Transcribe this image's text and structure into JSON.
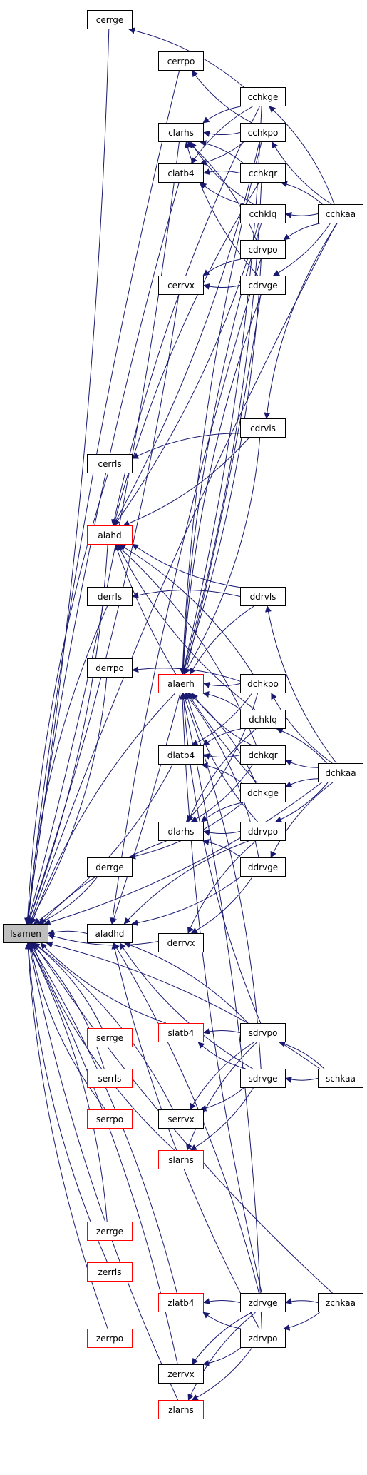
{
  "colors": {
    "edge": "#191970",
    "box": "#000000",
    "highlight": "#ff0000",
    "current": "#bfbfbf"
  },
  "nodes": [
    {
      "id": "cerrge",
      "label": "cerrge",
      "style": "normal"
    },
    {
      "id": "cerrpo",
      "label": "cerrpo",
      "style": "normal"
    },
    {
      "id": "cchkge",
      "label": "cchkge",
      "style": "normal"
    },
    {
      "id": "clarhs",
      "label": "clarhs",
      "style": "normal"
    },
    {
      "id": "cchkpo",
      "label": "cchkpo",
      "style": "normal"
    },
    {
      "id": "clatb4",
      "label": "clatb4",
      "style": "normal"
    },
    {
      "id": "cchkqr",
      "label": "cchkqr",
      "style": "normal"
    },
    {
      "id": "cchklq",
      "label": "cchklq",
      "style": "normal"
    },
    {
      "id": "cchkaa",
      "label": "cchkaa",
      "style": "normal"
    },
    {
      "id": "cdrvpo",
      "label": "cdrvpo",
      "style": "normal"
    },
    {
      "id": "cerrvx",
      "label": "cerrvx",
      "style": "normal"
    },
    {
      "id": "cdrvge",
      "label": "cdrvge",
      "style": "normal"
    },
    {
      "id": "cdrvls",
      "label": "cdrvls",
      "style": "normal"
    },
    {
      "id": "cerrls",
      "label": "cerrls",
      "style": "normal"
    },
    {
      "id": "alahd",
      "label": "alahd",
      "style": "red"
    },
    {
      "id": "derrls",
      "label": "derrls",
      "style": "normal"
    },
    {
      "id": "ddrvls",
      "label": "ddrvls",
      "style": "normal"
    },
    {
      "id": "derrpo",
      "label": "derrpo",
      "style": "normal"
    },
    {
      "id": "alaerh",
      "label": "alaerh",
      "style": "red"
    },
    {
      "id": "dchkpo",
      "label": "dchkpo",
      "style": "normal"
    },
    {
      "id": "dchklq",
      "label": "dchklq",
      "style": "normal"
    },
    {
      "id": "dlatb4",
      "label": "dlatb4",
      "style": "normal"
    },
    {
      "id": "dchkqr",
      "label": "dchkqr",
      "style": "normal"
    },
    {
      "id": "dchkaa",
      "label": "dchkaa",
      "style": "normal"
    },
    {
      "id": "dchkge",
      "label": "dchkge",
      "style": "normal"
    },
    {
      "id": "dlarhs",
      "label": "dlarhs",
      "style": "normal"
    },
    {
      "id": "ddrvpo",
      "label": "ddrvpo",
      "style": "normal"
    },
    {
      "id": "derrge",
      "label": "derrge",
      "style": "normal"
    },
    {
      "id": "ddrvge",
      "label": "ddrvge",
      "style": "normal"
    },
    {
      "id": "lsamen",
      "label": "lsamen",
      "style": "current"
    },
    {
      "id": "aladhd",
      "label": "aladhd",
      "style": "normal"
    },
    {
      "id": "derrvx",
      "label": "derrvx",
      "style": "normal"
    },
    {
      "id": "serrge",
      "label": "serrge",
      "style": "red"
    },
    {
      "id": "slatb4",
      "label": "slatb4",
      "style": "red"
    },
    {
      "id": "sdrvpo",
      "label": "sdrvpo",
      "style": "normal"
    },
    {
      "id": "serrls",
      "label": "serrls",
      "style": "red"
    },
    {
      "id": "sdrvge",
      "label": "sdrvge",
      "style": "normal"
    },
    {
      "id": "schkaa",
      "label": "schkaa",
      "style": "normal"
    },
    {
      "id": "serrpo",
      "label": "serrpo",
      "style": "red"
    },
    {
      "id": "serrvx",
      "label": "serrvx",
      "style": "normal"
    },
    {
      "id": "slarhs",
      "label": "slarhs",
      "style": "red"
    },
    {
      "id": "zerrge",
      "label": "zerrge",
      "style": "red"
    },
    {
      "id": "zerrls",
      "label": "zerrls",
      "style": "red"
    },
    {
      "id": "zlatb4",
      "label": "zlatb4",
      "style": "red"
    },
    {
      "id": "zdrvge",
      "label": "zdrvge",
      "style": "normal"
    },
    {
      "id": "zchkaa",
      "label": "zchkaa",
      "style": "normal"
    },
    {
      "id": "zerrpo",
      "label": "zerrpo",
      "style": "red"
    },
    {
      "id": "zdrvpo",
      "label": "zdrvpo",
      "style": "normal"
    },
    {
      "id": "zerrvx",
      "label": "zerrvx",
      "style": "normal"
    },
    {
      "id": "zlarhs",
      "label": "zlarhs",
      "style": "red"
    }
  ],
  "edges": [
    [
      "cerrge",
      "lsamen"
    ],
    [
      "cerrpo",
      "lsamen"
    ],
    [
      "clarhs",
      "lsamen"
    ],
    [
      "clatb4",
      "lsamen"
    ],
    [
      "cerrvx",
      "lsamen"
    ],
    [
      "cerrls",
      "lsamen"
    ],
    [
      "alahd",
      "lsamen"
    ],
    [
      "derrls",
      "lsamen"
    ],
    [
      "derrpo",
      "lsamen"
    ],
    [
      "alaerh",
      "lsamen"
    ],
    [
      "dlatb4",
      "lsamen"
    ],
    [
      "dlarhs",
      "lsamen"
    ],
    [
      "derrge",
      "lsamen"
    ],
    [
      "aladhd",
      "lsamen"
    ],
    [
      "derrvx",
      "lsamen"
    ],
    [
      "serrge",
      "lsamen"
    ],
    [
      "slatb4",
      "lsamen"
    ],
    [
      "serrls",
      "lsamen"
    ],
    [
      "serrpo",
      "lsamen"
    ],
    [
      "serrvx",
      "lsamen"
    ],
    [
      "slarhs",
      "lsamen"
    ],
    [
      "zerrge",
      "lsamen"
    ],
    [
      "zerrls",
      "lsamen"
    ],
    [
      "zlatb4",
      "lsamen"
    ],
    [
      "zerrpo",
      "lsamen"
    ],
    [
      "zerrvx",
      "lsamen"
    ],
    [
      "zlarhs",
      "lsamen"
    ],
    [
      "cchkaa",
      "lsamen"
    ],
    [
      "dchkaa",
      "lsamen"
    ],
    [
      "schkaa",
      "lsamen"
    ],
    [
      "zchkaa",
      "lsamen"
    ],
    [
      "cchkge",
      "cerrge"
    ],
    [
      "cchkpo",
      "cerrpo"
    ],
    [
      "cchkge",
      "clarhs"
    ],
    [
      "cchkpo",
      "clarhs"
    ],
    [
      "cchkqr",
      "clarhs"
    ],
    [
      "cchklq",
      "clarhs"
    ],
    [
      "cchkge",
      "clatb4"
    ],
    [
      "cchkpo",
      "clatb4"
    ],
    [
      "cchkqr",
      "clatb4"
    ],
    [
      "cchklq",
      "clatb4"
    ],
    [
      "cdrvpo",
      "cerrvx"
    ],
    [
      "cdrvge",
      "cerrvx"
    ],
    [
      "cdrvls",
      "cerrls"
    ],
    [
      "cdrvls",
      "alahd"
    ],
    [
      "cchkge",
      "alahd"
    ],
    [
      "cchkpo",
      "alahd"
    ],
    [
      "cchkqr",
      "alahd"
    ],
    [
      "cchklq",
      "alahd"
    ],
    [
      "ddrvls",
      "derrls"
    ],
    [
      "ddrvls",
      "alahd"
    ],
    [
      "dchkpo",
      "alahd"
    ],
    [
      "dchklq",
      "alahd"
    ],
    [
      "dchkqr",
      "alahd"
    ],
    [
      "dchkge",
      "alahd"
    ],
    [
      "dchkpo",
      "derrpo"
    ],
    [
      "cchkge",
      "alaerh"
    ],
    [
      "cchkpo",
      "alaerh"
    ],
    [
      "cchkqr",
      "alaerh"
    ],
    [
      "cchklq",
      "alaerh"
    ],
    [
      "cdrvpo",
      "alaerh"
    ],
    [
      "cdrvge",
      "alaerh"
    ],
    [
      "cdrvls",
      "alaerh"
    ],
    [
      "ddrvls",
      "alaerh"
    ],
    [
      "dchkpo",
      "alaerh"
    ],
    [
      "dchklq",
      "alaerh"
    ],
    [
      "dchkqr",
      "alaerh"
    ],
    [
      "dchkge",
      "alaerh"
    ],
    [
      "ddrvpo",
      "alaerh"
    ],
    [
      "ddrvge",
      "alaerh"
    ],
    [
      "sdrvpo",
      "alaerh"
    ],
    [
      "sdrvge",
      "alaerh"
    ],
    [
      "zdrvge",
      "alaerh"
    ],
    [
      "zdrvpo",
      "alaerh"
    ],
    [
      "dchkpo",
      "dlatb4"
    ],
    [
      "dchklq",
      "dlatb4"
    ],
    [
      "dchkqr",
      "dlatb4"
    ],
    [
      "dchkge",
      "dlatb4"
    ],
    [
      "dchkpo",
      "dlarhs"
    ],
    [
      "dchklq",
      "dlarhs"
    ],
    [
      "dchkqr",
      "dlarhs"
    ],
    [
      "dchkge",
      "dlarhs"
    ],
    [
      "ddrvpo",
      "dlarhs"
    ],
    [
      "ddrvge",
      "dlarhs"
    ],
    [
      "dchkge",
      "derrge"
    ],
    [
      "ddrvpo",
      "derrvx"
    ],
    [
      "ddrvge",
      "derrvx"
    ],
    [
      "ddrvpo",
      "aladhd"
    ],
    [
      "ddrvge",
      "aladhd"
    ],
    [
      "cdrvpo",
      "aladhd"
    ],
    [
      "cdrvge",
      "aladhd"
    ],
    [
      "sdrvpo",
      "aladhd"
    ],
    [
      "sdrvge",
      "aladhd"
    ],
    [
      "zdrvge",
      "aladhd"
    ],
    [
      "zdrvpo",
      "aladhd"
    ],
    [
      "cdrvpo",
      "clarhs"
    ],
    [
      "cdrvge",
      "clarhs"
    ],
    [
      "cchkaa",
      "cchkge"
    ],
    [
      "cchkaa",
      "cchkpo"
    ],
    [
      "cchkaa",
      "cchkqr"
    ],
    [
      "cchkaa",
      "cchklq"
    ],
    [
      "cchkaa",
      "cdrvpo"
    ],
    [
      "cchkaa",
      "cdrvge"
    ],
    [
      "cchkaa",
      "cdrvls"
    ],
    [
      "dchkaa",
      "dchkpo"
    ],
    [
      "dchkaa",
      "dchklq"
    ],
    [
      "dchkaa",
      "dchkqr"
    ],
    [
      "dchkaa",
      "dchkge"
    ],
    [
      "dchkaa",
      "ddrvpo"
    ],
    [
      "dchkaa",
      "ddrvge"
    ],
    [
      "dchkaa",
      "ddrvls"
    ],
    [
      "sdrvpo",
      "slatb4"
    ],
    [
      "sdrvge",
      "slatb4"
    ],
    [
      "sdrvpo",
      "serrvx"
    ],
    [
      "sdrvge",
      "serrvx"
    ],
    [
      "sdrvpo",
      "slarhs"
    ],
    [
      "sdrvge",
      "slarhs"
    ],
    [
      "schkaa",
      "sdrvpo"
    ],
    [
      "schkaa",
      "sdrvge"
    ],
    [
      "zdrvge",
      "zlatb4"
    ],
    [
      "zdrvpo",
      "zlatb4"
    ],
    [
      "zdrvge",
      "zerrvx"
    ],
    [
      "zdrvpo",
      "zerrvx"
    ],
    [
      "zdrvge",
      "zlarhs"
    ],
    [
      "zdrvpo",
      "zlarhs"
    ],
    [
      "zchkaa",
      "zdrvge"
    ],
    [
      "zchkaa",
      "zdrvpo"
    ]
  ]
}
